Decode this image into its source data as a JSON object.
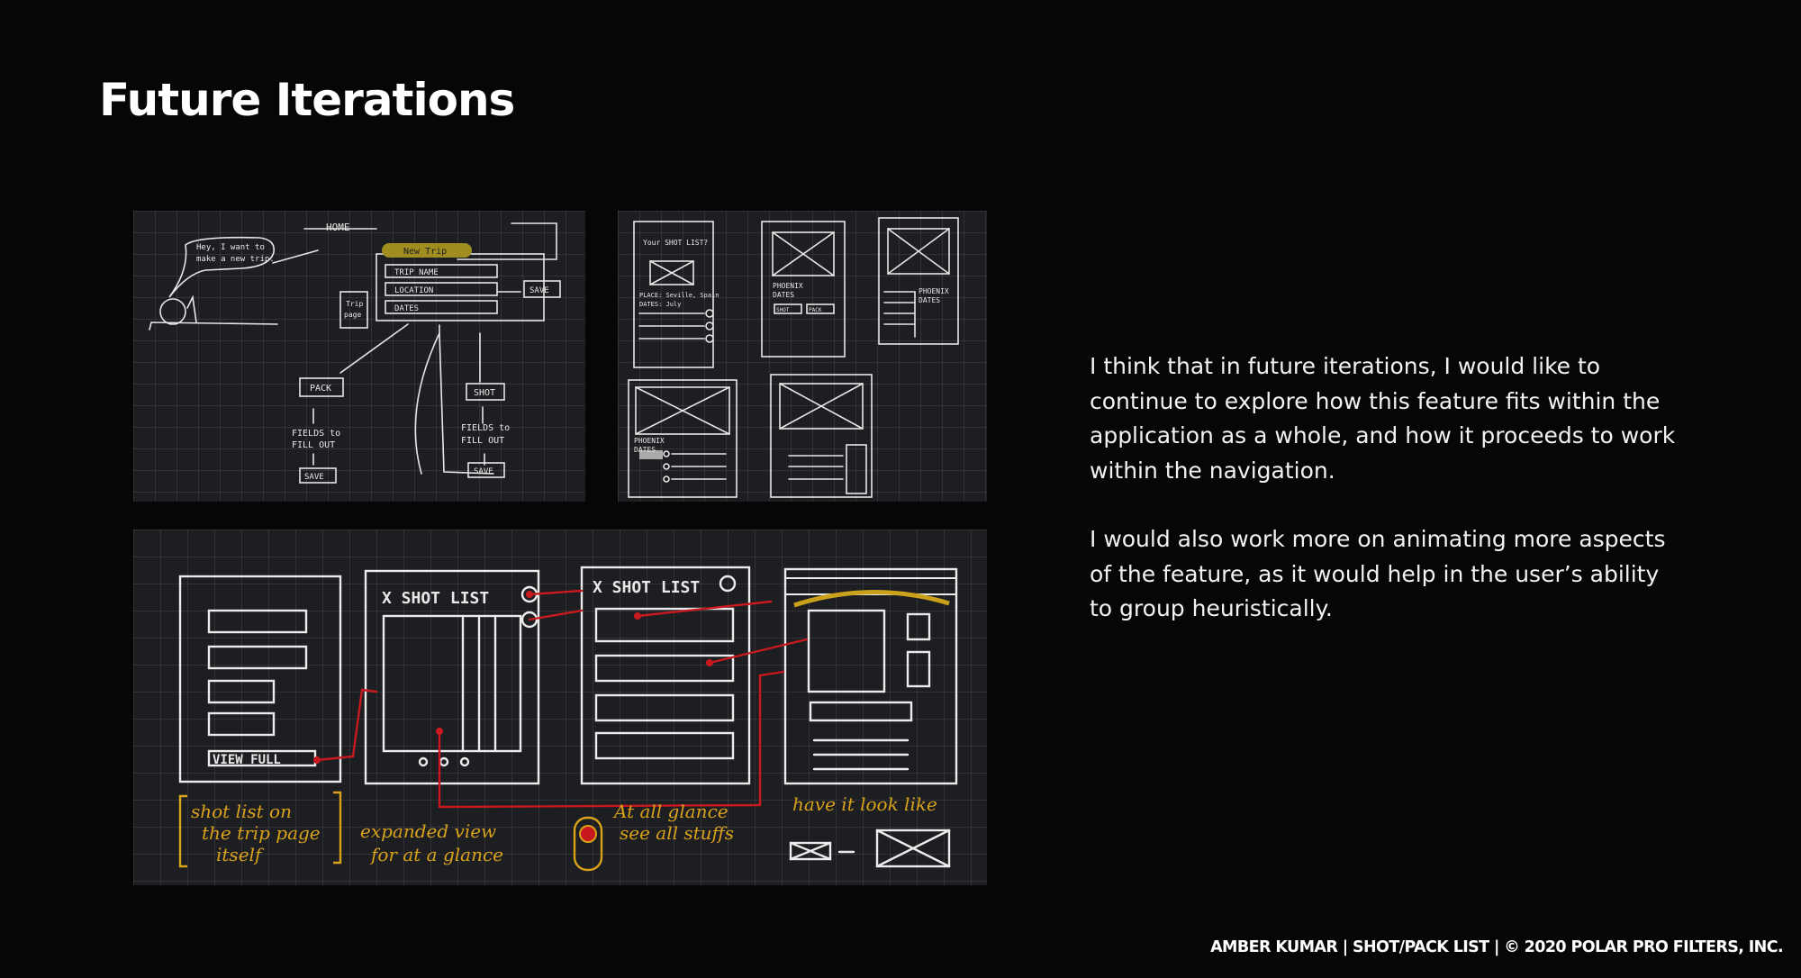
{
  "slide": {
    "title": "Future Iterations",
    "paragraphs": [
      "I think that in future iterations, I would like to continue to explore how this feature fits within the application as a whole, and how it proceeds to work within the navigation.",
      "I would also work more on animating more aspects of the feature, as it would help in the user’s ability to group heuristically."
    ],
    "footer": "AMBER KUMAR | SHOT/PACK LIST | © 2020 POLAR PRO FILTERS, INC."
  },
  "sketches": {
    "flow": {
      "home": "HOME",
      "speech": [
        "Hey, I want to",
        "make a new trip."
      ],
      "new_trip": "New Trip",
      "trip_page": [
        "Trip",
        "page"
      ],
      "fields": [
        "TRIP NAME",
        "LOCATION",
        "DATES"
      ],
      "save": "SAVE",
      "pack": "PACK",
      "shot": "SHOT",
      "fields_to_fill_out": [
        "FIELDS to",
        "FILL OUT"
      ]
    },
    "wireframes": {
      "your_shot_list": "Your SHOT LIST?",
      "place_dates": [
        "PLACE: Seville, Spain",
        "DATES: July"
      ],
      "phoenix_dates": [
        "PHOENIX",
        "DATES"
      ],
      "shot": "SHOT",
      "pack": "PACK"
    },
    "bottom": {
      "shot_list_header": "X SHOT LIST",
      "view_full": "VIEW FULL",
      "notes": {
        "trip_page": [
          "shot list on",
          "the trip page",
          "itself"
        ],
        "expanded": [
          "expanded view",
          "for at a glance"
        ],
        "at_a_glance": [
          "At all glance",
          "see all stuffs"
        ],
        "look_like": "have it look like"
      }
    }
  },
  "colors": {
    "accent_yellow": "#d9a21b",
    "arrow_red": "#c8191e",
    "chalk": "#e8e8e8"
  }
}
